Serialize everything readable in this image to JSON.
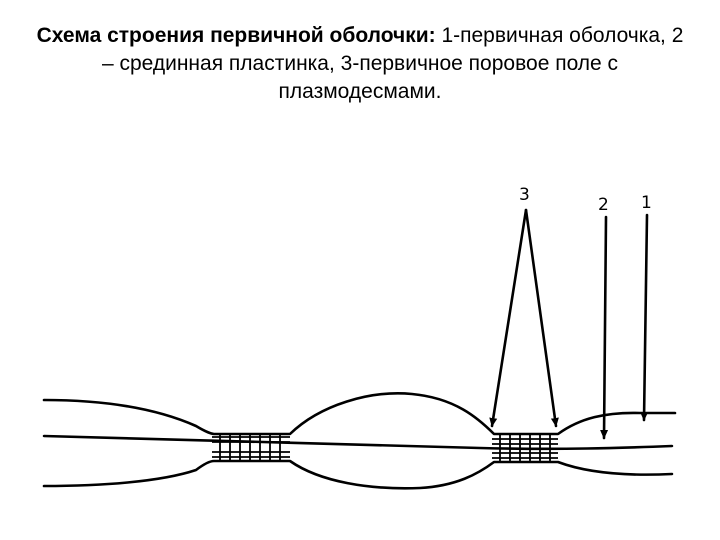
{
  "caption": {
    "title": "Схема строения первичной оболочки:",
    "text": " 1-первичная оболочка, 2 – срединная пластинка, 3-первичное поровое поле с плазмодесмами."
  },
  "diagram": {
    "labels": {
      "primary_wall": "1",
      "middle_lamella": "2",
      "pore_field": "3"
    }
  }
}
